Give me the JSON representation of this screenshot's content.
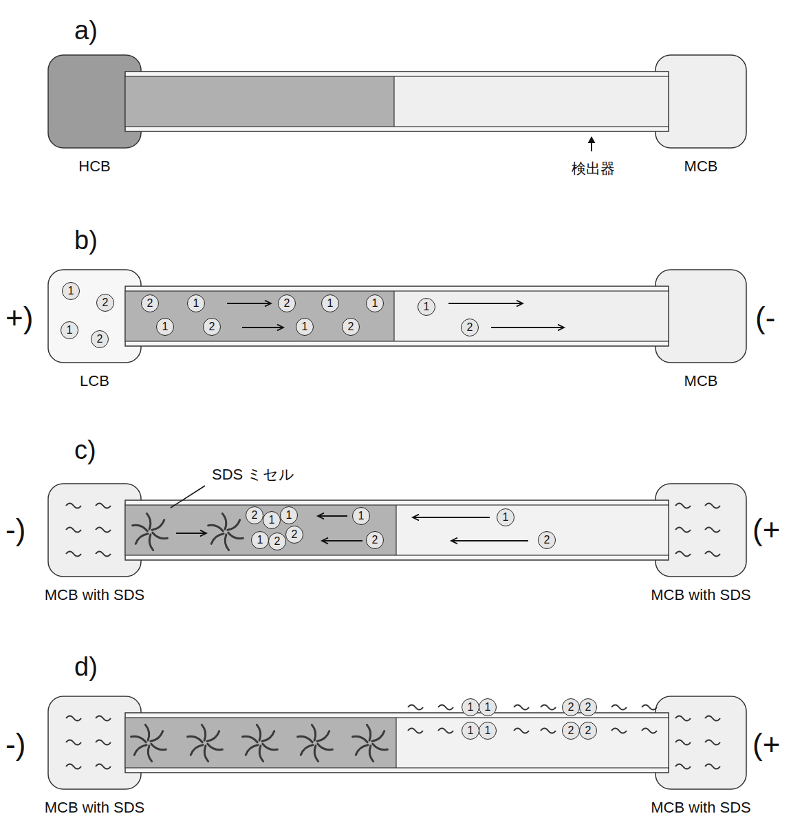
{
  "diagram": {
    "nodes": [
      {
        "text": [
          "HCB"
        ]
      },
      {
        "text": [
          "MCB"
        ]
      },
      {
        "text": [
          "LCB"
        ]
      },
      {
        "text": [
          "1"
        ],
        "in": 2
      },
      {
        "text": [
          "2"
        ],
        "in": 2
      },
      {
        "text": [
          "1"
        ],
        "in": 2
      },
      {
        "text": [
          "2"
        ],
        "in": 2
      },
      {
        "text": [
          "2"
        ]
      },
      {
        "text": [
          "1"
        ]
      },
      {
        "text": [
          "2"
        ]
      },
      {
        "text": [
          "1"
        ]
      },
      {
        "text": [
          "1"
        ]
      },
      {
        "text": [
          "1"
        ]
      },
      {
        "text": [
          "2"
        ]
      },
      {
        "text": [
          "1"
        ]
      },
      {
        "text": [
          "2"
        ]
      },
      {
        "text": [
          "1"
        ]
      },
      {
        "text": [
          "2"
        ]
      },
      {
        "text": [
          "MCB"
        ]
      },
      {
        "text": [
          "MCB with SDS"
        ]
      },
      {
        "text": [
          "2"
        ]
      },
      {
        "text": [
          "1"
        ]
      },
      {
        "text": [
          "1"
        ]
      },
      {
        "text": [
          "1"
        ]
      },
      {
        "text": [
          "2"
        ]
      },
      {
        "text": [
          "2"
        ]
      },
      {
        "text": [
          "1"
        ]
      },
      {
        "text": [
          "2"
        ]
      },
      {
        "text": [
          "1"
        ]
      },
      {
        "text": [
          "2"
        ]
      },
      {
        "text": [
          "MCB with SDS"
        ]
      },
      {
        "text": [
          "MCB with SDS"
        ]
      },
      {
        "text": [
          "1"
        ]
      },
      {
        "text": [
          "1"
        ]
      },
      {
        "text": [
          "1"
        ]
      },
      {
        "text": [
          "1"
        ]
      },
      {
        "text": [
          "2"
        ]
      },
      {
        "text": [
          "2"
        ]
      },
      {
        "text": [
          "2"
        ]
      },
      {
        "text": [
          "2"
        ]
      },
      {
        "text": [
          "MCB with SDS"
        ]
      }
    ],
    "labels": [
      "a)",
      "検出器",
      "b)",
      "+)",
      "(-",
      "c)",
      "SDS ミセル",
      "-)",
      "(+",
      "d)",
      "-)",
      "(+"
    ]
  }
}
